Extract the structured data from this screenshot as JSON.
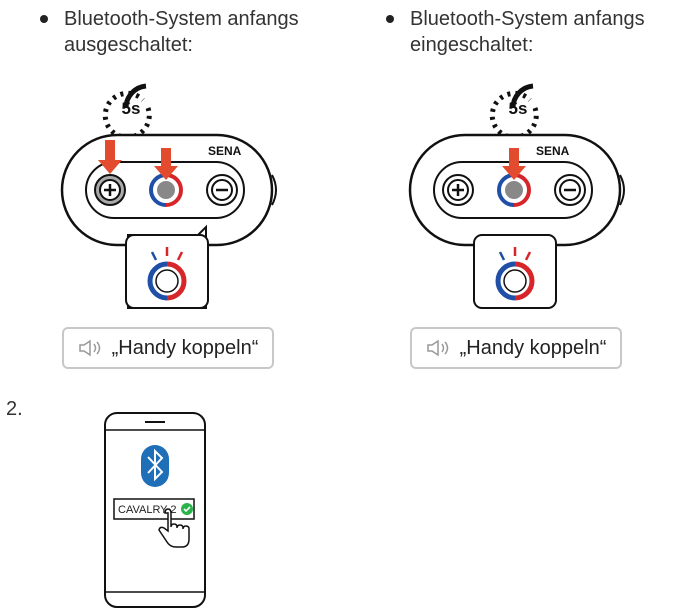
{
  "left": {
    "bullet_line1": "Bluetooth-System anfangs",
    "bullet_line2": "ausgeschaltet:",
    "timer": "5s",
    "brand": "SENA",
    "voice_prompt": "„Handy koppeln“"
  },
  "right": {
    "bullet_line1": "Bluetooth-System anfangs",
    "bullet_line2": "eingeschaltet:",
    "timer": "5s",
    "brand": "SENA",
    "voice_prompt": "„Handy koppeln“"
  },
  "step2": {
    "number": "2.",
    "device_name": "CAVALRY 2"
  },
  "colors": {
    "arrow": "#e34b2e",
    "blue": "#1f4fa6",
    "red": "#d7262a",
    "bluetooth": "#1e6fb8",
    "check": "#2bb34b"
  },
  "icons": [
    "timer-icon",
    "down-arrow-icon",
    "plus-button-icon",
    "center-button-icon",
    "minus-button-icon",
    "led-icon",
    "speaker-icon",
    "bluetooth-icon",
    "check-icon",
    "hand-pointer-icon"
  ]
}
